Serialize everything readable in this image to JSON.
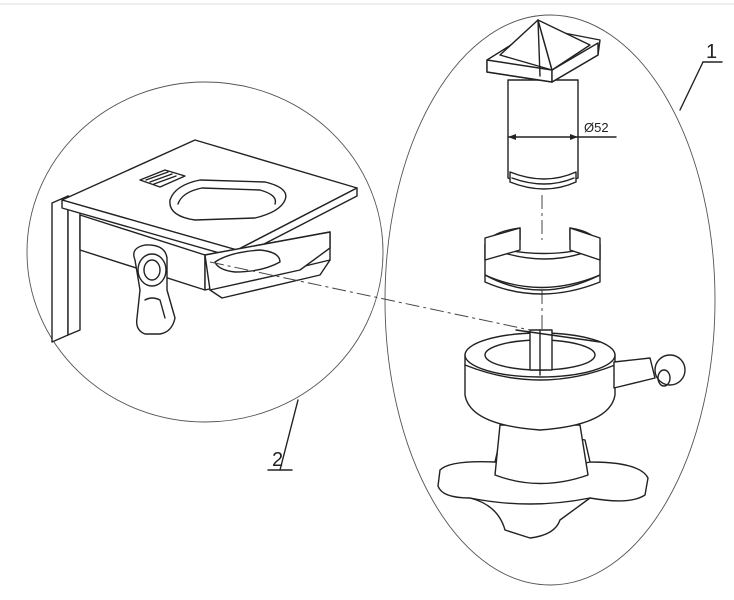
{
  "labels": {
    "callout_1": "1",
    "callout_2": "2",
    "dimension": "Ø52"
  },
  "colors": {
    "line": "#222222",
    "background": "#ffffff"
  }
}
